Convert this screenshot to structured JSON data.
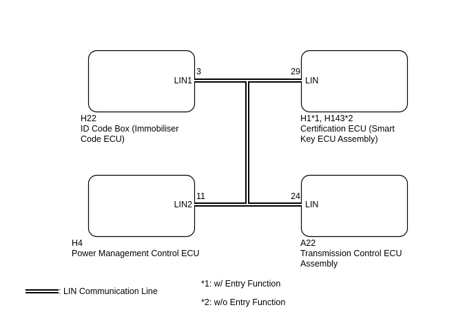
{
  "components": {
    "id_code_box": {
      "code": "H22",
      "name_line1": "ID Code Box (Immobiliser",
      "name_line2": "Code ECU)",
      "pin_label": "LIN1",
      "pin_number": "3"
    },
    "certification_ecu": {
      "code": "H1*1, H143*2",
      "name_line1": "Certification ECU (Smart",
      "name_line2": "Key ECU Assembly)",
      "pin_label": "LIN",
      "pin_number": "29"
    },
    "power_management_ecu": {
      "code": "H4",
      "name_line1": "Power Management Control ECU",
      "pin_label": "LIN2",
      "pin_number": "11"
    },
    "transmission_ecu": {
      "code": "A22",
      "name_line1": "Transmission Control ECU",
      "name_line2": "Assembly",
      "pin_label": "LIN",
      "pin_number": "24"
    }
  },
  "legend": {
    "line_label": ": LIN Communication Line"
  },
  "notes": {
    "note1": "*1: w/ Entry Function",
    "note2": "*2: w/o Entry Function"
  }
}
